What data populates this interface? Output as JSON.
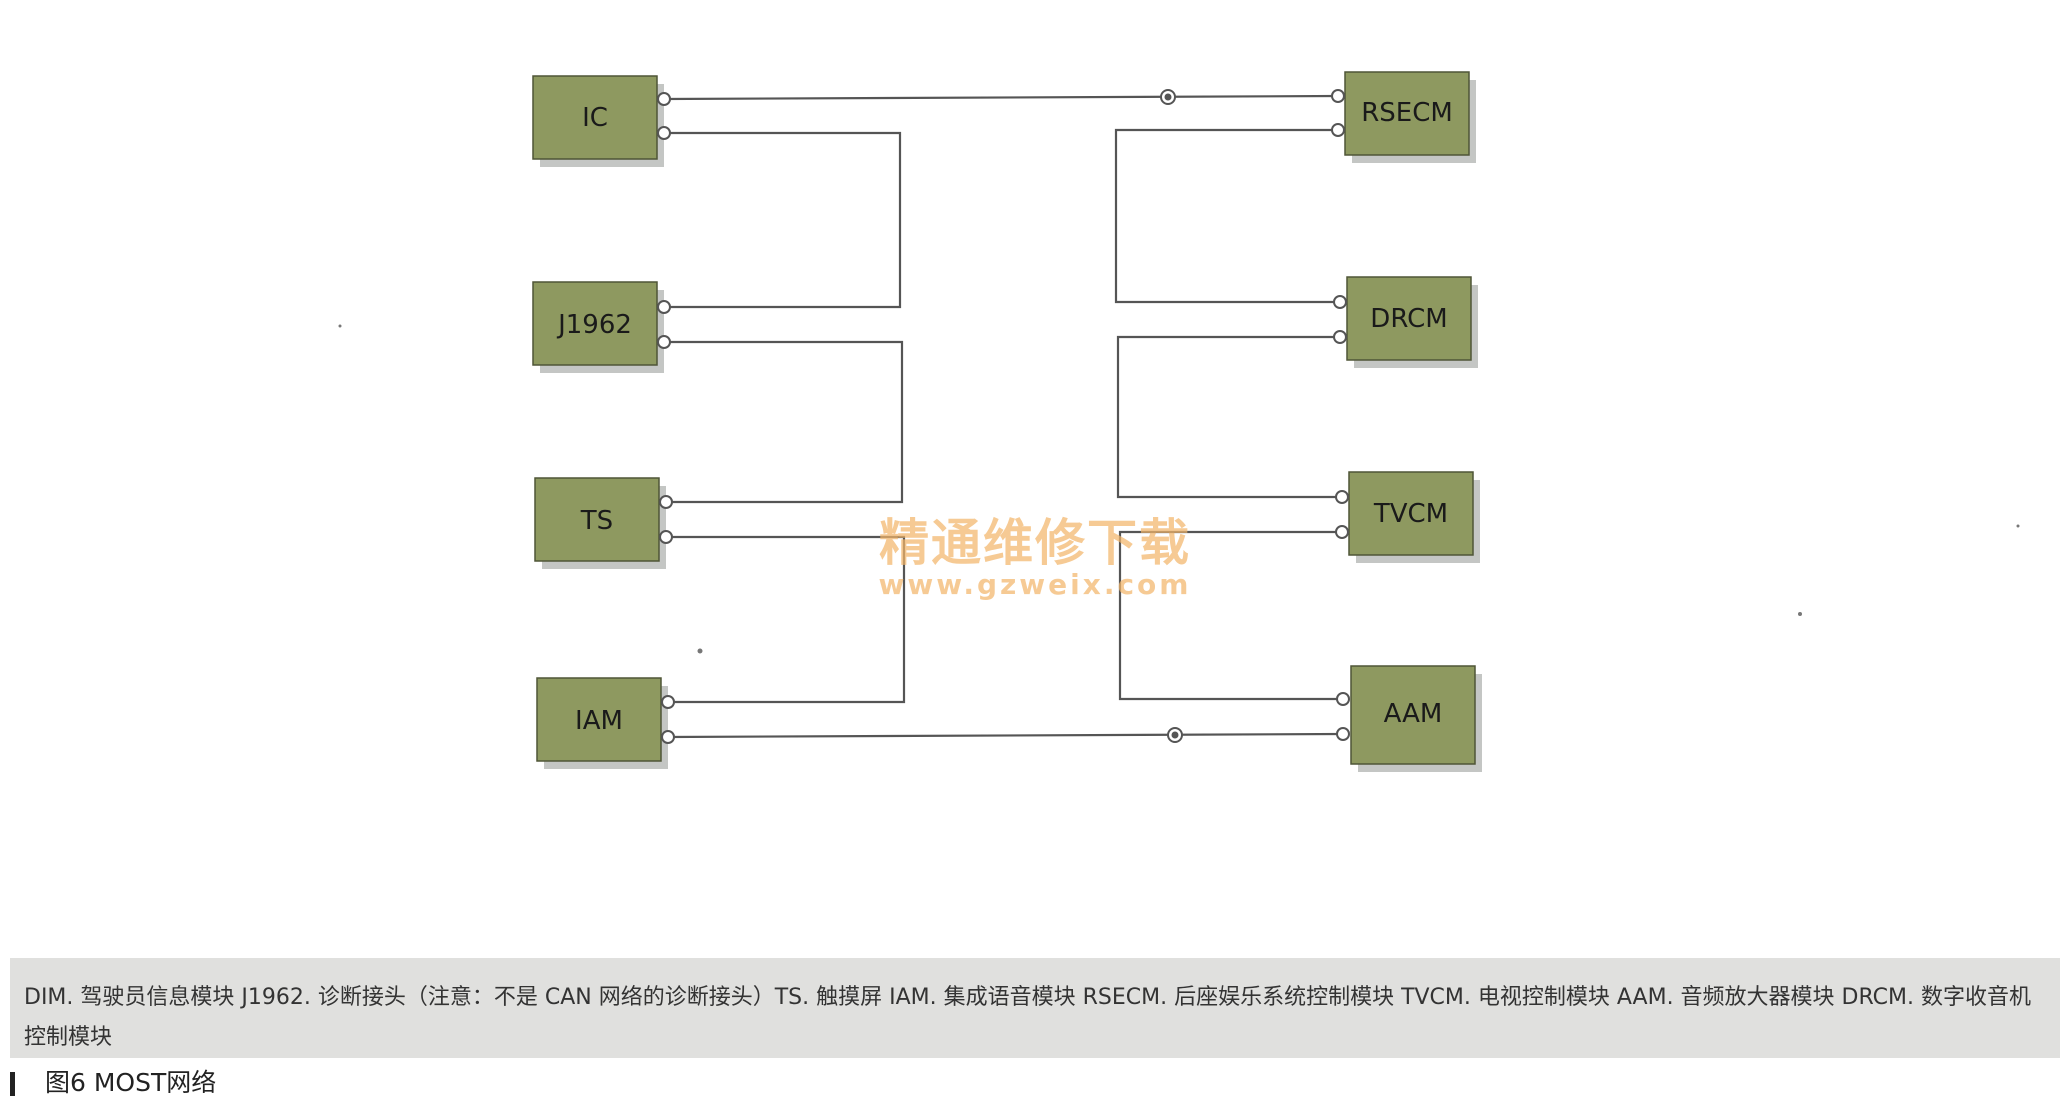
{
  "modules": {
    "ic": "IC",
    "j1962": "J1962",
    "ts": "TS",
    "iam": "IAM",
    "rsecm": "RSECM",
    "drcm": "DRCM",
    "tvcm": "TVCM",
    "aam": "AAM"
  },
  "watermark": {
    "site_name": "精通维修下载",
    "url": "www.gzweix.com"
  },
  "caption": "DIM. 驾驶员信息模块  J1962. 诊断接头（注意：不是 CAN 网络的诊断接头）TS. 触摸屏  IAM. 集成语音模块  RSECM. 后座娱乐系统控制模块  TVCM. 电视控制模块  AAM. 音频放大器模块  DRCM. 数字收音机控制模块",
  "figure_title": "图6  MOST网络",
  "colors": {
    "module_fill": "#8e9960",
    "module_shadow": "#c4c6c4",
    "wire": "#555555",
    "caption_bg": "#e0e0de",
    "watermark": "#f3b56b"
  }
}
